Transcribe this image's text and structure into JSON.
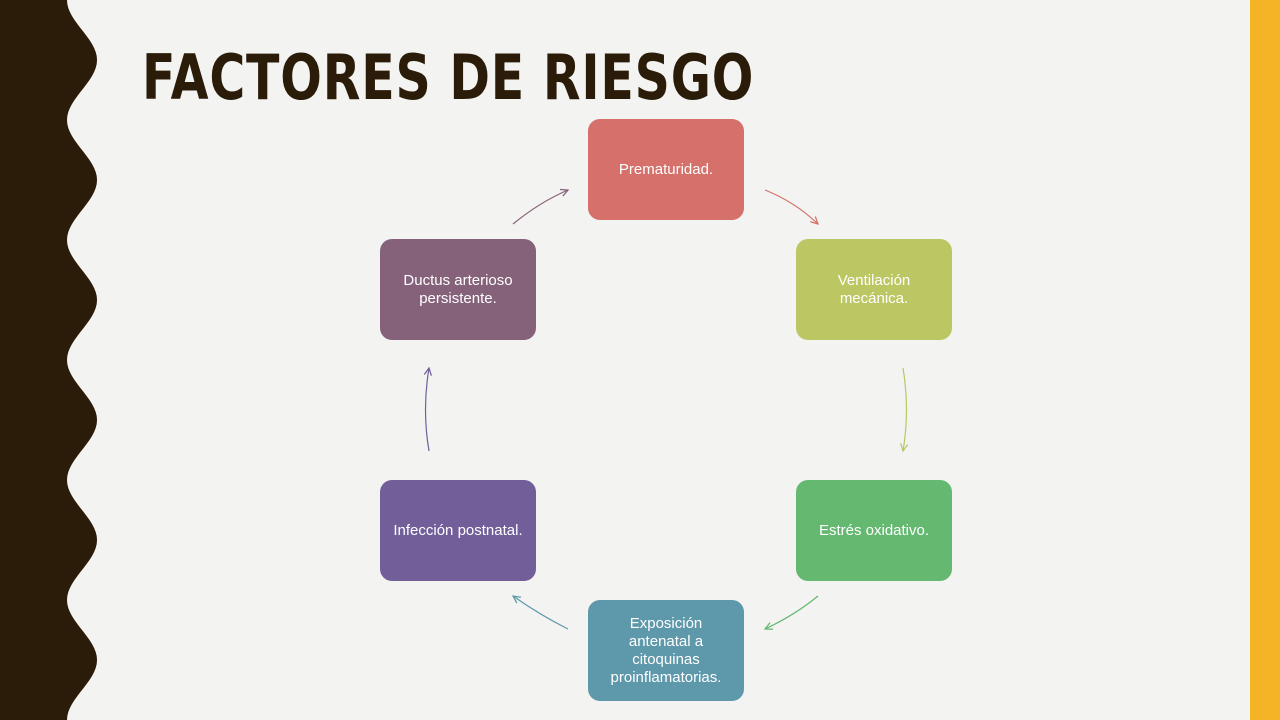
{
  "slide": {
    "title": "FACTORES DE RIESGO",
    "colors": {
      "background": "#f3f3f1",
      "left_band": "#2a1c08",
      "right_band": "#f5b326",
      "title": "#2a1c08"
    }
  },
  "cycle": {
    "nodes": [
      {
        "label": "Prematuridad.",
        "color": "#d5706a"
      },
      {
        "label": "Ventilación mecánica.",
        "color": "#bcc663"
      },
      {
        "label": "Estrés oxidativo.",
        "color": "#64b870"
      },
      {
        "label": "Exposición antenatal a citoquinas proinflamatorias.",
        "color": "#5e98ab"
      },
      {
        "label": "Infección postnatal.",
        "color": "#725f9a"
      },
      {
        "label": "Ductus arterioso persistente.",
        "color": "#856279"
      }
    ],
    "arrow_colors": [
      "#d5706a",
      "#bcc663",
      "#64b870",
      "#5e98ab",
      "#725f9a",
      "#856279"
    ]
  }
}
